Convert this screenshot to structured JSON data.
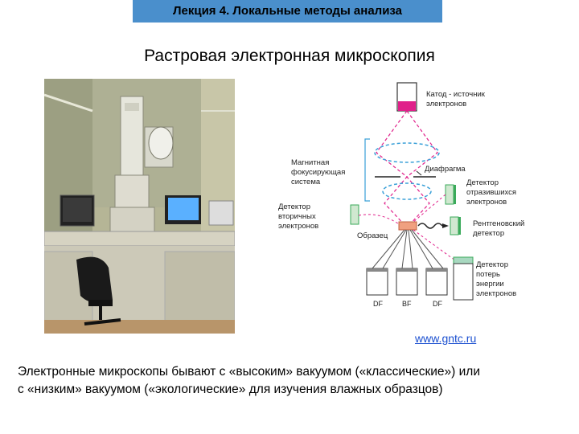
{
  "header": {
    "title": "Лекция 4. Локальные методы анализа"
  },
  "slide": {
    "title": "Растровая электронная микроскопия"
  },
  "diagram": {
    "cathode_label_1": "Катод - источник",
    "cathode_label_2": "электронов",
    "lens_label_1": "Магнитная",
    "lens_label_2": "фокусирующая",
    "lens_label_3": "система",
    "diaphragm_label": "Диафрагма",
    "reflected_label_1": "Детектор",
    "reflected_label_2": "отразившихся",
    "reflected_label_3": "электронов",
    "secondary_label_1": "Детектор",
    "secondary_label_2": "вторичных",
    "secondary_label_3": "электронов",
    "sample_label": "Образец",
    "xray_label_1": "Рентгеновский",
    "xray_label_2": "детектор",
    "loss_label_1": "Детектор",
    "loss_label_2": "потерь",
    "loss_label_3": "энергии",
    "loss_label_4": "электронов",
    "det_left": "DF",
    "det_center": "BF",
    "det_right": "DF"
  },
  "link": {
    "text": "www.gntc.ru"
  },
  "body": {
    "line1": "Электронные микроскопы бывают с «высоким» вакуумом («классические») или",
    "line2": "с «низким» вакуумом («экологические» для изучения влажных образцов)"
  },
  "colors": {
    "header_bg": "#4a8fcc",
    "beam": "#e0208a",
    "lens": "#3aa0d8",
    "detector": "#3aaa5a",
    "link": "#1a4fd0"
  }
}
